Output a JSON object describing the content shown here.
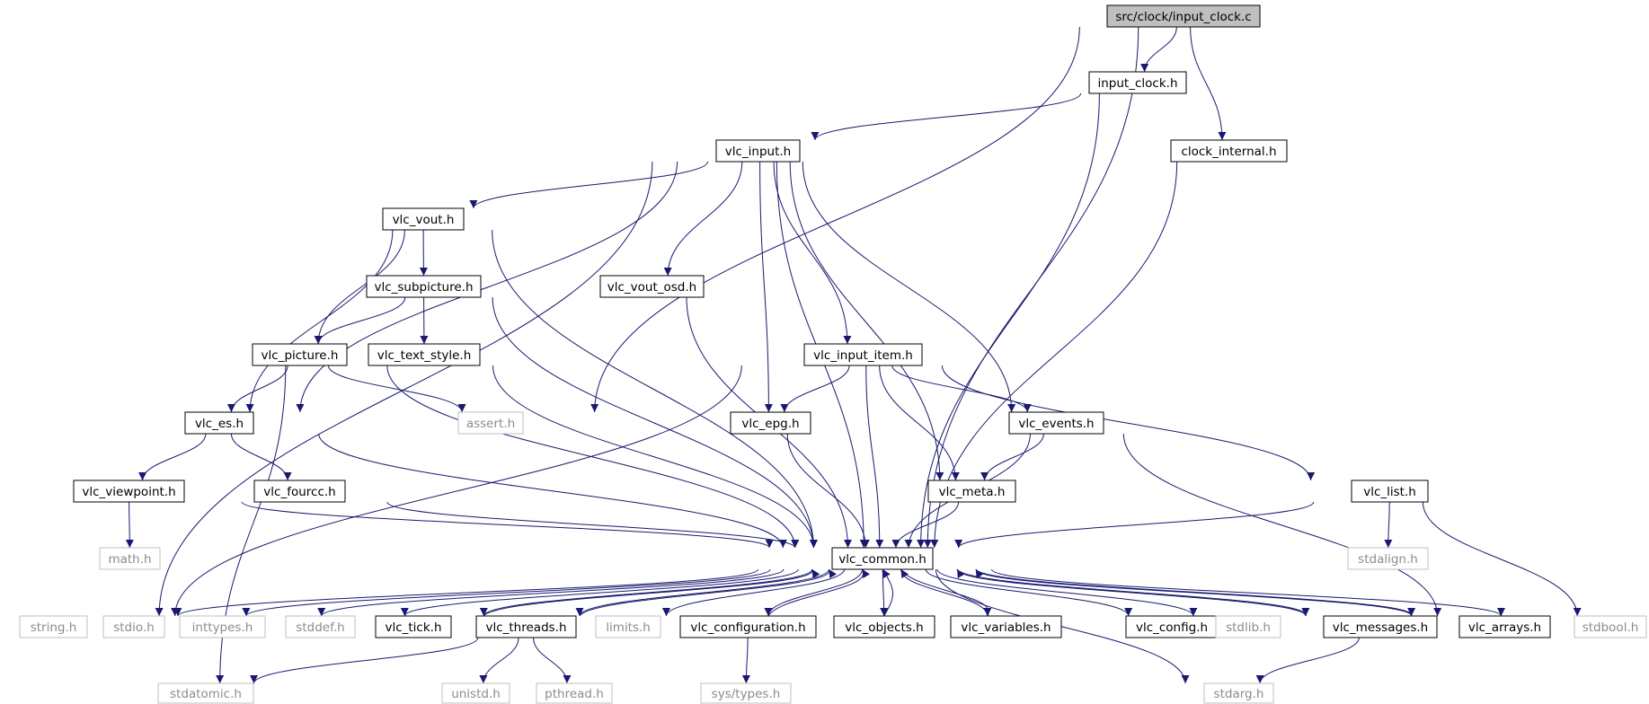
{
  "colors": {
    "edge": "#191970",
    "box_border_normal": "#000000",
    "box_border_system": "#bfbfbf",
    "root_fill": "#bfbfbf",
    "text_normal": "#000000",
    "text_system": "#8c8c8c",
    "background": "#ffffff"
  },
  "nodes": [
    {
      "id": "input_clock_c",
      "label": "src/clock/input_clock.c",
      "kind": "root"
    },
    {
      "id": "input_clock_h",
      "label": "input_clock.h",
      "kind": "normal"
    },
    {
      "id": "clock_internal_h",
      "label": "clock_internal.h",
      "kind": "normal"
    },
    {
      "id": "vlc_input_h",
      "label": "vlc_input.h",
      "kind": "normal"
    },
    {
      "id": "vlc_vout_h",
      "label": "vlc_vout.h",
      "kind": "normal"
    },
    {
      "id": "vlc_subpicture_h",
      "label": "vlc_subpicture.h",
      "kind": "normal"
    },
    {
      "id": "vlc_vout_osd_h",
      "label": "vlc_vout_osd.h",
      "kind": "normal"
    },
    {
      "id": "vlc_picture_h",
      "label": "vlc_picture.h",
      "kind": "normal"
    },
    {
      "id": "vlc_text_style_h",
      "label": "vlc_text_style.h",
      "kind": "normal"
    },
    {
      "id": "vlc_input_item_h",
      "label": "vlc_input_item.h",
      "kind": "normal"
    },
    {
      "id": "vlc_es_h",
      "label": "vlc_es.h",
      "kind": "normal"
    },
    {
      "id": "assert_h",
      "label": "assert.h",
      "kind": "system"
    },
    {
      "id": "vlc_epg_h",
      "label": "vlc_epg.h",
      "kind": "normal"
    },
    {
      "id": "vlc_events_h",
      "label": "vlc_events.h",
      "kind": "normal"
    },
    {
      "id": "vlc_viewpoint_h",
      "label": "vlc_viewpoint.h",
      "kind": "normal"
    },
    {
      "id": "vlc_fourcc_h",
      "label": "vlc_fourcc.h",
      "kind": "normal"
    },
    {
      "id": "vlc_meta_h",
      "label": "vlc_meta.h",
      "kind": "normal"
    },
    {
      "id": "vlc_list_h",
      "label": "vlc_list.h",
      "kind": "normal"
    },
    {
      "id": "math_h",
      "label": "math.h",
      "kind": "system"
    },
    {
      "id": "vlc_common_h",
      "label": "vlc_common.h",
      "kind": "normal"
    },
    {
      "id": "stdalign_h",
      "label": "stdalign.h",
      "kind": "system"
    },
    {
      "id": "string_h",
      "label": "string.h",
      "kind": "system"
    },
    {
      "id": "stdio_h",
      "label": "stdio.h",
      "kind": "system"
    },
    {
      "id": "inttypes_h",
      "label": "inttypes.h",
      "kind": "system"
    },
    {
      "id": "stddef_h",
      "label": "stddef.h",
      "kind": "system"
    },
    {
      "id": "vlc_tick_h",
      "label": "vlc_tick.h",
      "kind": "normal"
    },
    {
      "id": "vlc_threads_h",
      "label": "vlc_threads.h",
      "kind": "normal"
    },
    {
      "id": "limits_h",
      "label": "limits.h",
      "kind": "system"
    },
    {
      "id": "vlc_configuration_h",
      "label": "vlc_configuration.h",
      "kind": "normal"
    },
    {
      "id": "vlc_objects_h",
      "label": "vlc_objects.h",
      "kind": "normal"
    },
    {
      "id": "vlc_variables_h",
      "label": "vlc_variables.h",
      "kind": "normal"
    },
    {
      "id": "vlc_config_h",
      "label": "vlc_config.h",
      "kind": "normal"
    },
    {
      "id": "stdlib_h",
      "label": "stdlib.h",
      "kind": "system"
    },
    {
      "id": "vlc_messages_h",
      "label": "vlc_messages.h",
      "kind": "normal"
    },
    {
      "id": "vlc_arrays_h",
      "label": "vlc_arrays.h",
      "kind": "normal"
    },
    {
      "id": "stdbool_h",
      "label": "stdbool.h",
      "kind": "system"
    },
    {
      "id": "stdatomic_h",
      "label": "stdatomic.h",
      "kind": "system"
    },
    {
      "id": "unistd_h",
      "label": "unistd.h",
      "kind": "system"
    },
    {
      "id": "pthread_h",
      "label": "pthread.h",
      "kind": "system"
    },
    {
      "id": "sys_types_h",
      "label": "sys/types.h",
      "kind": "system"
    },
    {
      "id": "stdarg_h",
      "label": "stdarg.h",
      "kind": "system"
    }
  ],
  "edges": [
    [
      "input_clock_c",
      "input_clock_h"
    ],
    [
      "input_clock_c",
      "clock_internal_h"
    ],
    [
      "input_clock_c",
      "assert_h"
    ],
    [
      "input_clock_c",
      "vlc_common_h"
    ],
    [
      "input_clock_h",
      "vlc_input_h"
    ],
    [
      "input_clock_h",
      "vlc_common_h"
    ],
    [
      "clock_internal_h",
      "vlc_common_h"
    ],
    [
      "vlc_input_h",
      "vlc_vout_h"
    ],
    [
      "vlc_input_h",
      "vlc_es_h"
    ],
    [
      "vlc_input_h",
      "string_h"
    ],
    [
      "vlc_input_h",
      "vlc_vout_osd_h"
    ],
    [
      "vlc_input_h",
      "vlc_epg_h"
    ],
    [
      "vlc_input_h",
      "vlc_input_item_h"
    ],
    [
      "vlc_input_h",
      "vlc_meta_h"
    ],
    [
      "vlc_input_h",
      "vlc_events_h"
    ],
    [
      "vlc_input_h",
      "vlc_common_h"
    ],
    [
      "vlc_vout_h",
      "vlc_subpicture_h"
    ],
    [
      "vlc_vout_h",
      "vlc_picture_h"
    ],
    [
      "vlc_vout_h",
      "vlc_es_h"
    ],
    [
      "vlc_vout_h",
      "vlc_common_h"
    ],
    [
      "vlc_subpicture_h",
      "vlc_picture_h"
    ],
    [
      "vlc_subpicture_h",
      "vlc_text_style_h"
    ],
    [
      "vlc_subpicture_h",
      "vlc_common_h"
    ],
    [
      "vlc_vout_osd_h",
      "vlc_common_h"
    ],
    [
      "vlc_picture_h",
      "vlc_es_h"
    ],
    [
      "vlc_picture_h",
      "assert_h"
    ],
    [
      "vlc_picture_h",
      "stdatomic_h"
    ],
    [
      "vlc_picture_h",
      "vlc_common_h"
    ],
    [
      "vlc_text_style_h",
      "vlc_common_h"
    ],
    [
      "vlc_input_item_h",
      "vlc_epg_h"
    ],
    [
      "vlc_input_item_h",
      "vlc_events_h"
    ],
    [
      "vlc_input_item_h",
      "vlc_meta_h"
    ],
    [
      "vlc_input_item_h",
      "vlc_list_h"
    ],
    [
      "vlc_input_item_h",
      "string_h"
    ],
    [
      "vlc_input_item_h",
      "vlc_common_h"
    ],
    [
      "vlc_es_h",
      "vlc_viewpoint_h"
    ],
    [
      "vlc_es_h",
      "vlc_fourcc_h"
    ],
    [
      "vlc_es_h",
      "vlc_common_h"
    ],
    [
      "vlc_epg_h",
      "vlc_common_h"
    ],
    [
      "vlc_events_h",
      "vlc_meta_h"
    ],
    [
      "vlc_events_h",
      "vlc_arrays_h"
    ],
    [
      "vlc_events_h",
      "vlc_common_h"
    ],
    [
      "vlc_viewpoint_h",
      "math_h"
    ],
    [
      "vlc_viewpoint_h",
      "vlc_common_h"
    ],
    [
      "vlc_fourcc_h",
      "vlc_common_h"
    ],
    [
      "vlc_meta_h",
      "vlc_common_h"
    ],
    [
      "vlc_list_h",
      "stdalign_h"
    ],
    [
      "vlc_list_h",
      "stdbool_h"
    ],
    [
      "vlc_list_h",
      "vlc_common_h"
    ],
    [
      "vlc_common_h",
      "string_h"
    ],
    [
      "vlc_common_h",
      "stdio_h"
    ],
    [
      "vlc_common_h",
      "inttypes_h"
    ],
    [
      "vlc_common_h",
      "stddef_h"
    ],
    [
      "vlc_common_h",
      "vlc_tick_h"
    ],
    [
      "vlc_common_h",
      "vlc_threads_h"
    ],
    [
      "vlc_common_h",
      "limits_h"
    ],
    [
      "vlc_common_h",
      "vlc_configuration_h"
    ],
    [
      "vlc_common_h",
      "vlc_objects_h"
    ],
    [
      "vlc_common_h",
      "vlc_variables_h"
    ],
    [
      "vlc_common_h",
      "vlc_config_h"
    ],
    [
      "vlc_common_h",
      "stdlib_h"
    ],
    [
      "vlc_common_h",
      "vlc_messages_h"
    ],
    [
      "vlc_common_h",
      "vlc_arrays_h"
    ],
    [
      "vlc_common_h",
      "stdbool_h"
    ],
    [
      "vlc_common_h",
      "stdarg_h"
    ],
    [
      "vlc_tick_h",
      "vlc_common_h"
    ],
    [
      "vlc_threads_h",
      "vlc_common_h"
    ],
    [
      "vlc_threads_h",
      "stdatomic_h"
    ],
    [
      "vlc_threads_h",
      "unistd_h"
    ],
    [
      "vlc_threads_h",
      "pthread_h"
    ],
    [
      "vlc_configuration_h",
      "vlc_common_h"
    ],
    [
      "vlc_configuration_h",
      "sys_types_h"
    ],
    [
      "vlc_objects_h",
      "vlc_common_h"
    ],
    [
      "vlc_variables_h",
      "vlc_common_h"
    ],
    [
      "vlc_messages_h",
      "vlc_common_h"
    ],
    [
      "vlc_messages_h",
      "stdarg_h"
    ],
    [
      "vlc_arrays_h",
      "vlc_common_h"
    ]
  ]
}
